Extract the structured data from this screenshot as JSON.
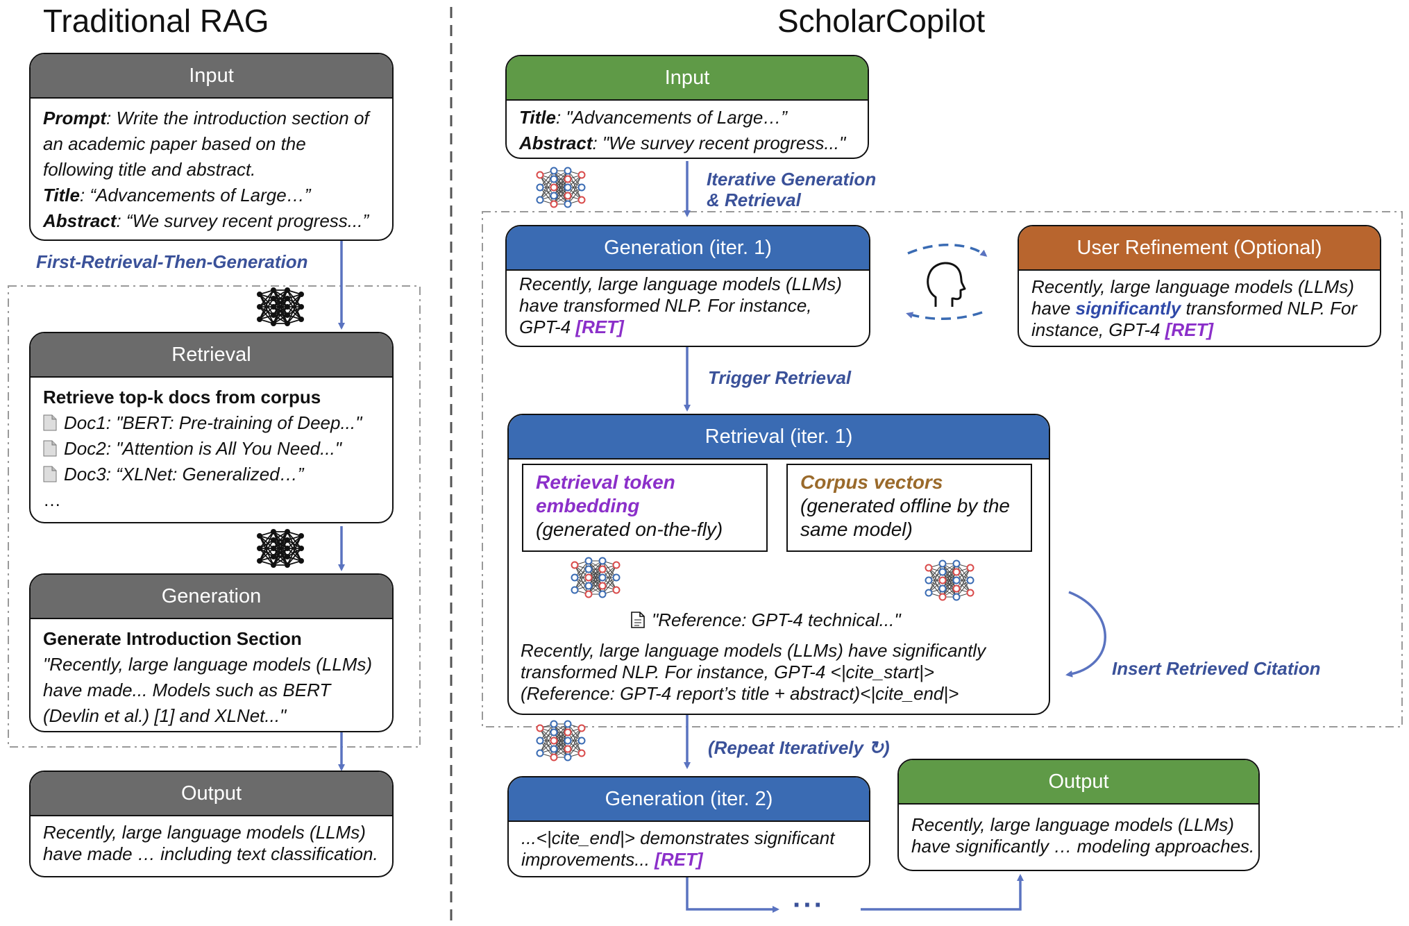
{
  "left": {
    "heading": "Traditional RAG",
    "input": {
      "header": "Input",
      "prompt_label": "Prompt",
      "prompt_text": ": Write the introduction section of",
      "prompt_line2": "an academic paper based on the",
      "prompt_line3": "following title and abstract.",
      "title_label": "Title",
      "title_text": ": “Advancements of Large…”",
      "abstract_label": "Abstract",
      "abstract_text": ": “We survey recent progress...”"
    },
    "flow_label": "First-Retrieval-Then-Generation",
    "retrieval": {
      "header": "Retrieval",
      "title": "Retrieve top-k docs from corpus",
      "docs": [
        "Doc1: \"BERT: Pre-training of Deep...\"",
        "Doc2: \"Attention is All You Need...\"",
        "Doc3: “XLNet: Generalized…”"
      ],
      "more": "…"
    },
    "generation": {
      "header": "Generation",
      "title": "Generate Introduction Section",
      "line1": "\"Recently, large language models (LLMs)",
      "line2": "have made... Models such as BERT",
      "line3": "(Devlin et al.) [1] and XLNet...\""
    },
    "output": {
      "header": "Output",
      "line1": "Recently, large language models (LLMs)",
      "line2": "have made … including text classification."
    }
  },
  "right": {
    "heading": "ScholarCopilot",
    "input": {
      "header": "Input",
      "title_label": "Title",
      "title_text": ": \"Advancements of Large…”",
      "abstract_label": "Abstract",
      "abstract_text": ": \"We survey recent progress...\""
    },
    "flow_iterative_1": "Iterative Generation",
    "flow_iterative_2": "& Retrieval",
    "gen1": {
      "header": "Generation (iter. 1)",
      "line1": "Recently, large language models (LLMs)",
      "line2": "have transformed NLP. For instance,",
      "line3_pre": "GPT-4 ",
      "ret": "[RET]"
    },
    "user_refinement": {
      "header": "User Refinement (Optional)",
      "line1": "Recently, large language models (LLMs)",
      "line2_pre": "have ",
      "line2_emph": "significantly",
      "line2_post": " transformed NLP. For",
      "line3_pre": "instance, GPT-4 ",
      "ret": "[RET]"
    },
    "flow_trigger": "Trigger Retrieval",
    "retrieval1": {
      "header": "Retrieval (iter. 1)",
      "token_line1": "Retrieval token",
      "token_line2": "embedding",
      "token_line3": "(generated on-the-fly)",
      "corpus_line1": "Corpus vectors",
      "corpus_line2": "(generated offline by the",
      "corpus_line3": "same model)",
      "reference": "\"Reference: GPT-4 technical...\"",
      "line1": "Recently, large language models (LLMs) have significantly",
      "line2": "transformed NLP. For instance, GPT-4 <|cite_start|>",
      "line3": "(Reference: GPT-4 report’s title + abstract)<|cite_end|>"
    },
    "flow_insert": "Insert Retrieved Citation",
    "flow_repeat": "(Repeat Iteratively ↻)",
    "gen2": {
      "header": "Generation (iter. 2)",
      "line1": "...<|cite_end|>  demonstrates significant",
      "line2_pre": "improvements... ",
      "ret": "[RET]"
    },
    "output": {
      "header": "Output",
      "line1": "Recently, large language models (LLMs)",
      "line2": "have significantly … modeling approaches."
    },
    "ellipsis": "···"
  },
  "colors": {
    "gray_header": "#6b6b6b",
    "green_header": "#5f9a47",
    "blue_header": "#3a6bb3",
    "orange_header": "#b8652e",
    "arrow": "#5a73c0",
    "ret_purple": "#8b2fc9",
    "corpus_brown": "#9a6a2b",
    "label_blue": "#3a5199"
  },
  "icons": [
    "neural-network-icon",
    "document-icon",
    "human-head-icon",
    "refresh-cycle-icon"
  ]
}
